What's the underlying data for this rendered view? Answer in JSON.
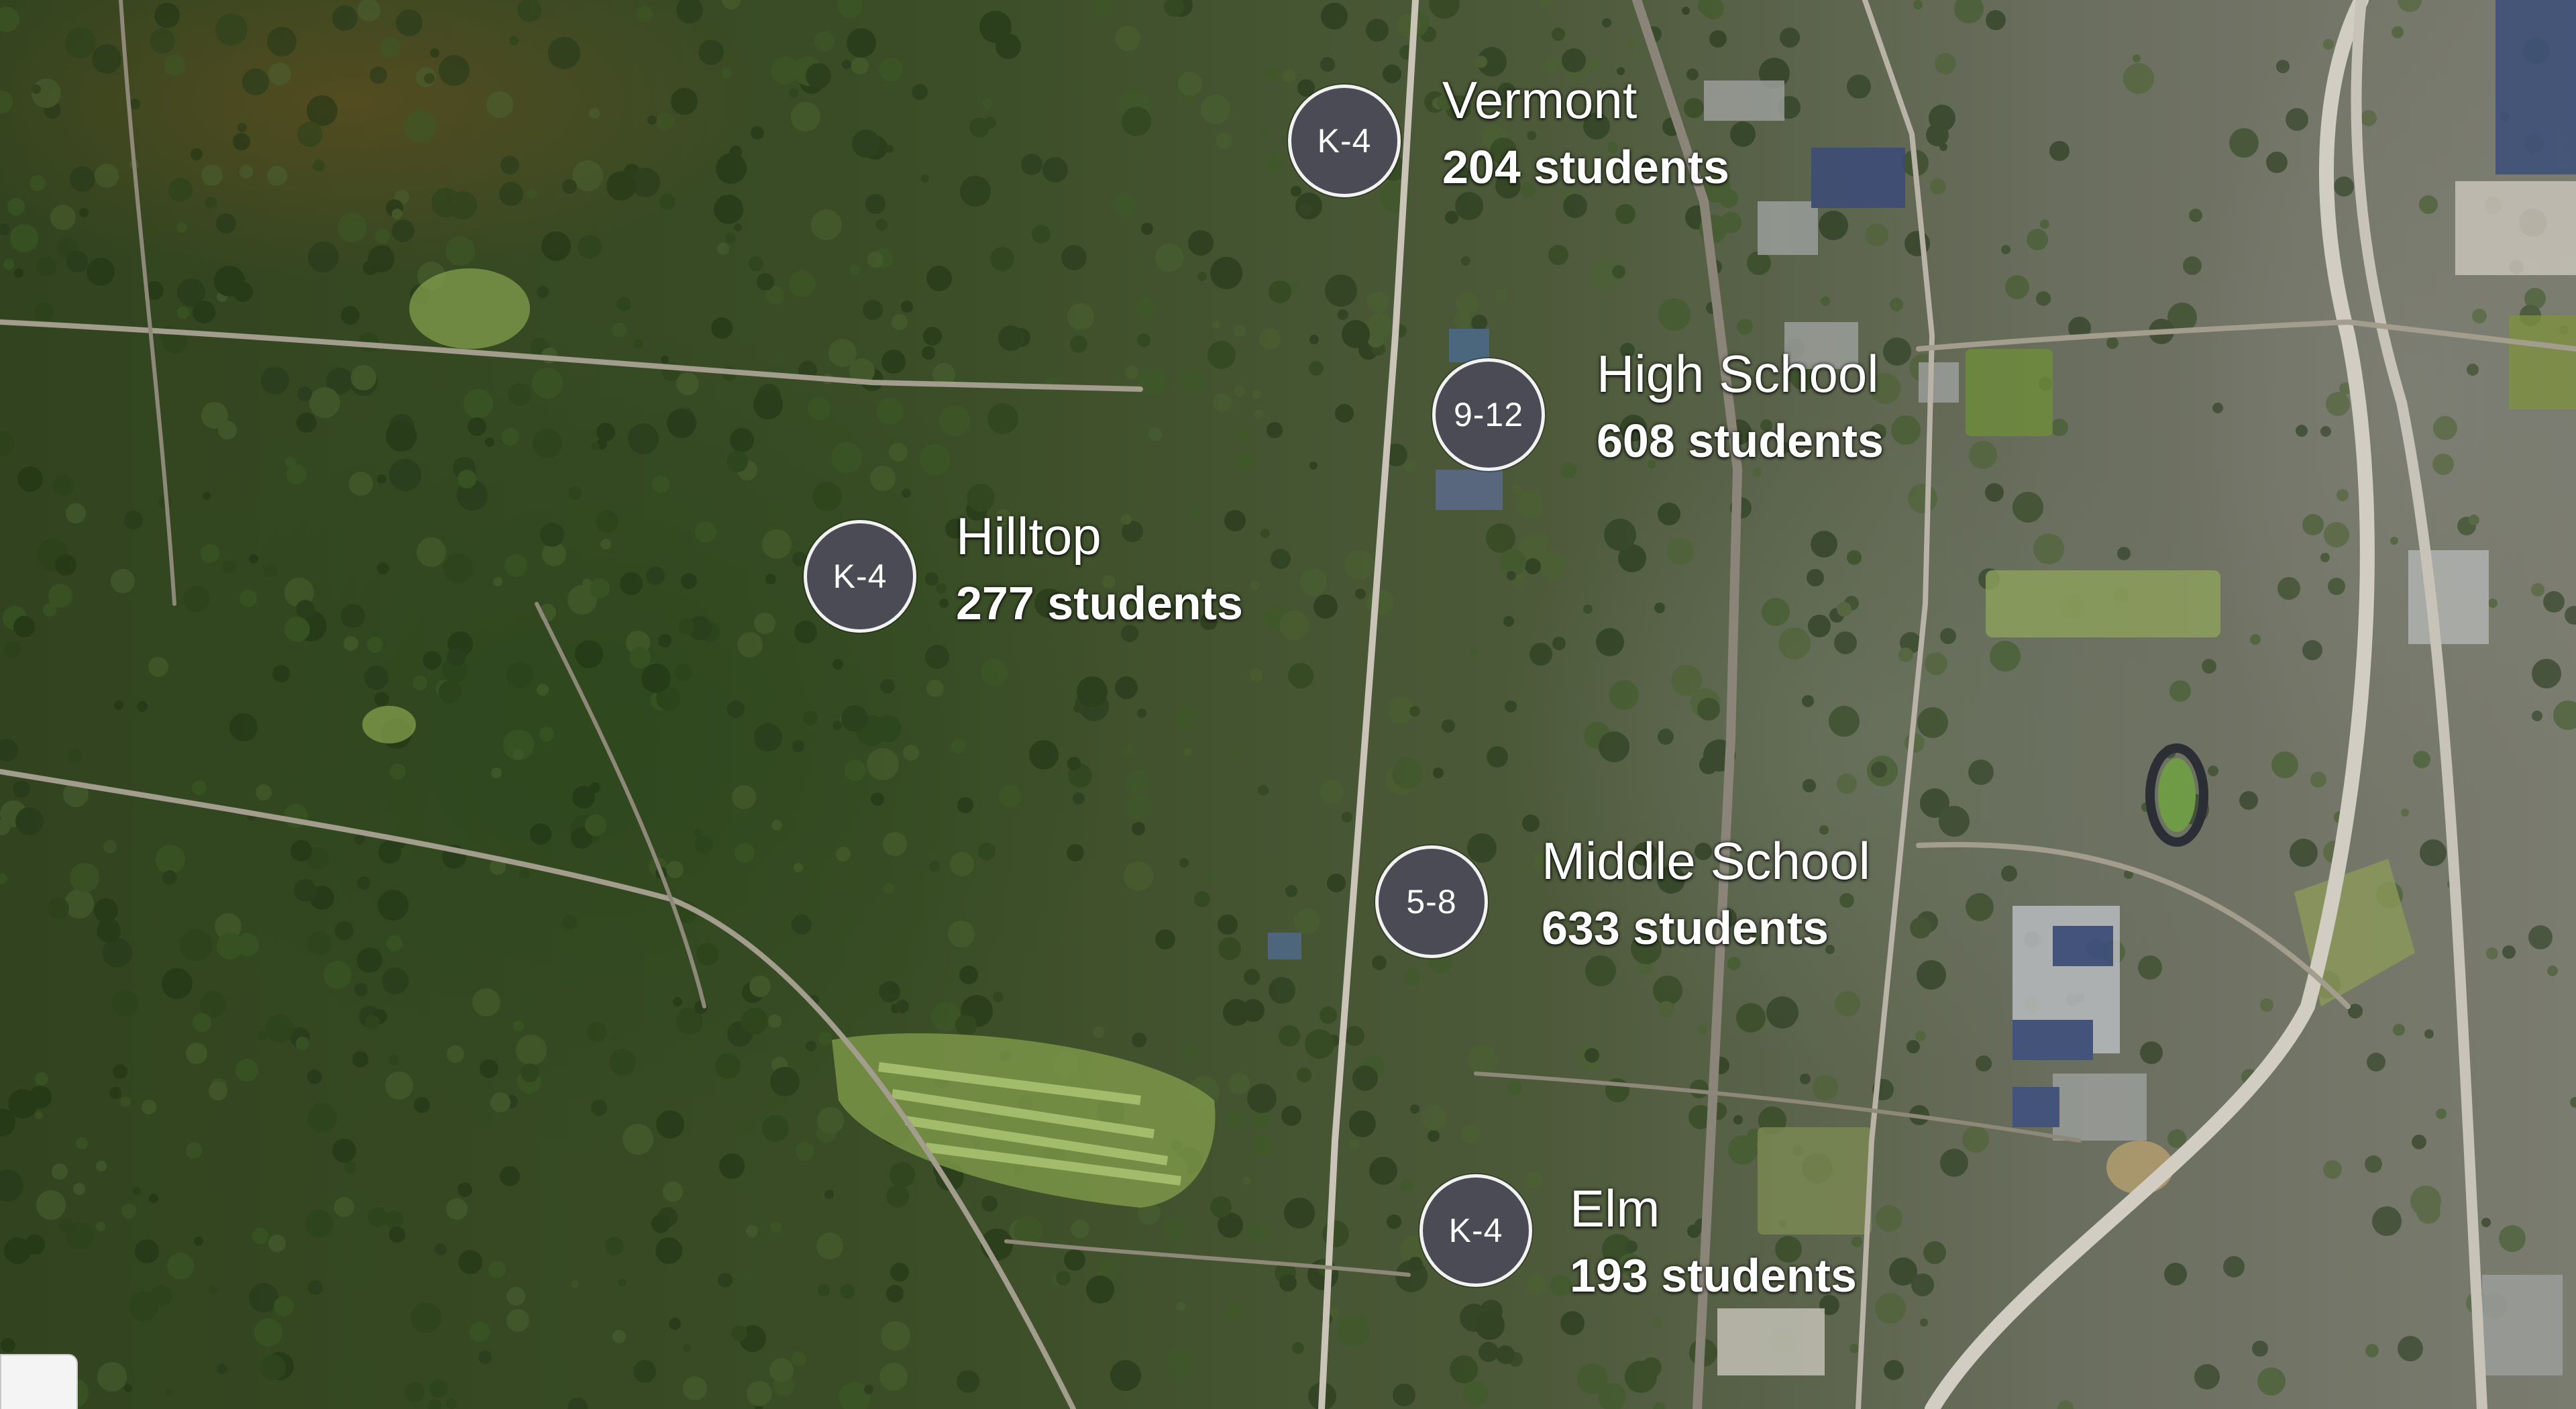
{
  "schools": [
    {
      "grades": "K-4",
      "name": "Vermont",
      "students": "204 students"
    },
    {
      "grades": "9-12",
      "name": "High School",
      "students": "608 students"
    },
    {
      "grades": "K-4",
      "name": "Hilltop",
      "students": "277 students"
    },
    {
      "grades": "5-8",
      "name": "Middle School",
      "students": "633 students"
    },
    {
      "grades": "K-4",
      "name": "Elm",
      "students": "193 students"
    }
  ]
}
